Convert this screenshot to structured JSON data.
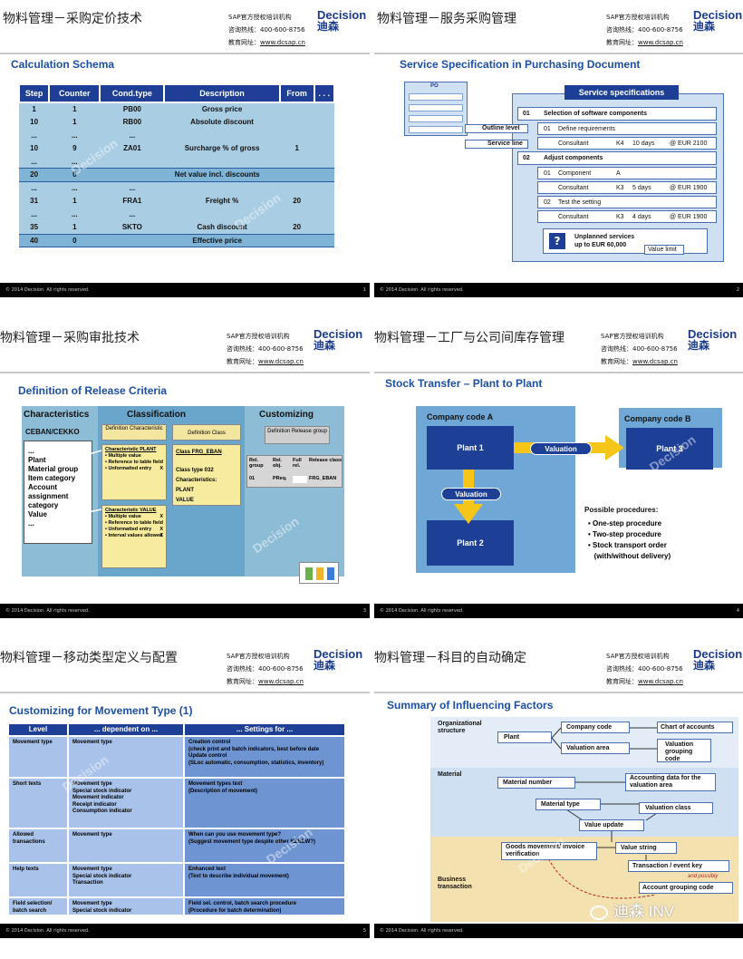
{
  "header": {
    "info_line1": "SAP官方授权培训机构",
    "info_line2": "咨询热线：400-600-8756",
    "info_line3_prefix": "教育网址：",
    "info_url": "www.dcsap.cn",
    "brand_en": "Decision",
    "brand_cn": "迪森",
    "watermark": "Decision"
  },
  "footer_text": "© 2014 Decision. All rights reserved.",
  "slides": {
    "s1": {
      "title": "物料管理－采购定价技术",
      "subtitle": "Calculation Schema",
      "page": "1",
      "columns": [
        "Step",
        "Counter",
        "Cond.type",
        "Description",
        "From",
        ". . ."
      ],
      "rows": [
        [
          "1",
          "1",
          "PB00",
          "Gross price",
          "",
          ""
        ],
        [
          "10",
          "1",
          "RB00",
          "Absolute discount",
          "",
          ""
        ],
        [
          "...",
          "...",
          "...",
          "",
          "",
          ""
        ],
        [
          "10",
          "9",
          "ZA01",
          "Surcharge % of gross",
          "1",
          ""
        ],
        [
          "...",
          "...",
          "",
          "",
          "",
          ""
        ],
        [
          "20",
          "0",
          "",
          "Net value incl. discounts",
          "",
          ""
        ],
        [
          "...",
          "...",
          "...",
          "",
          "",
          ""
        ],
        [
          "31",
          "1",
          "FRA1",
          "Freight %",
          "20",
          ""
        ],
        [
          "...",
          "...",
          "...",
          "",
          "",
          ""
        ],
        [
          "35",
          "1",
          "SKTO",
          "Cash discount",
          "20",
          ""
        ],
        [
          "40",
          "0",
          "",
          "Effective price",
          "",
          ""
        ]
      ]
    },
    "s2": {
      "title": "物料管理－服务采购管理",
      "subtitle": "Service Specification in Purchasing Document",
      "po": "PO",
      "service_spec": "Service specifications",
      "outline_level": "Outline level",
      "service_line": "Service line",
      "l01": "01",
      "l01_text": "Selection of software components",
      "r1_num": "01",
      "r1_text": "Define requirements",
      "r2a": "Consultant",
      "r2b": "K4",
      "r2c": "10 days",
      "r2d": "@ EUR 2100",
      "l02": "02",
      "l02_text": "Adjust components",
      "r3_num": "01",
      "r3_text": "Component",
      "r3_b": "A",
      "r4a": "Consultant",
      "r4b": "K3",
      "r4c": "5 days",
      "r4d": "@ EUR 1900",
      "r5_num": "02",
      "r5_text": "Test the setting",
      "r6a": "Consultant",
      "r6b": "K3",
      "r6c": "4 days",
      "r6d": "@ EUR 1900",
      "q": "?",
      "unplanned1": "Unplanned services",
      "unplanned2": "up to EUR 60,000",
      "value_limit": "Value limit",
      "page": "2"
    },
    "s3": {
      "title": "物料管理－采购审批技术",
      "subtitle": "Definition of Release Criteria",
      "col1": "Characteristics",
      "col2": "Classification",
      "col3": "Customizing",
      "ceban": "CEBAN/CEKKO",
      "list": [
        "...",
        "Plant",
        "Material group",
        "Item category",
        "Account",
        "assignment",
        "category",
        "Value",
        "..."
      ],
      "def_char": "Definition Characteristic",
      "def_class": "Definition Class",
      "def_release": "Definition Release group",
      "char1": "Characteristic PLANT",
      "char1_items": [
        "• Multiple value",
        "• Reference to table field",
        "• Unformatted entry"
      ],
      "char2": "Characteristic VALUE",
      "char2_items": [
        "• Multiple value",
        "• Reference to table field",
        "• Unformatted entry",
        "• Interval values allowed"
      ],
      "class_lines": [
        "Class FRG_EBAN",
        "",
        "Class type 032",
        "Characteristics:",
        "PLANT",
        "VALUE"
      ],
      "x": "X",
      "rel_heads": [
        "Rel. group",
        "Rel. obj.",
        "Full rel.",
        "Release class"
      ],
      "rel_vals": [
        "01",
        "PReq.",
        "",
        "FRG_EBAN"
      ],
      "page": "3"
    },
    "s4": {
      "title": "物料管理－工厂与公司间库存管理",
      "subtitle": "Stock Transfer – Plant to Plant",
      "cc_a": "Company code A",
      "cc_b": "Company code B",
      "plant1": "Plant 1",
      "plant2": "Plant 2",
      "plant3": "Plant 3",
      "valuation": "Valuation",
      "possible": "Possible procedures:",
      "procs": [
        "• One-step procedure",
        "• Two-step procedure",
        "• Stock transport order",
        "   (with/without delivery)"
      ],
      "page": "4"
    },
    "s5": {
      "title": "物料管理－移动类型定义与配置",
      "subtitle": "Customizing for Movement Type (1)",
      "heads": [
        "Level",
        "... dependent on ...",
        "... Settings for ..."
      ],
      "rows": [
        {
          "level": "Movement type",
          "dep": "Movement type",
          "set": "Creation control\n(check print and batch indicators, best before date\nUpdate control\n(SLoc automatic, consumption, statistics, inventory)"
        },
        {
          "level": "Short texts",
          "dep": "Movement type\nSpecial stock indicator\nMovement indicator\nReceipt indicator\nConsumption indicator",
          "set": "Movement types text\n(Description of movement)"
        },
        {
          "level": "Allowed transactions",
          "dep": "Movement type",
          "set": "When can you use movement type?\n(Suggest movement type despite other KZBEW?)"
        },
        {
          "level": "Help texts",
          "dep": "Movement type\nSpecial stock indicator\nTransaction",
          "set": "Enhanced text\n(Text to describe individual movement)"
        },
        {
          "level": "Field selection/ batch search",
          "dep": "Movement type\nSpecial stock indicator",
          "set": "Field sel. control, batch search procedure\n(Procedure for batch determination)"
        }
      ],
      "page": "5"
    },
    "s6": {
      "title": "物料管理－科目的自动确定",
      "subtitle": "Summary of Influencing Factors",
      "org": "Organizational structure",
      "material": "Material",
      "business": "Business transaction",
      "plant": "Plant",
      "company_code": "Company code",
      "chart": "Chart of accounts",
      "valuation_area": "Valuation area",
      "vgc": "Valuation grouping code",
      "material_number": "Material number",
      "acct_data": "Accounting data for the valuation area",
      "material_type": "Material type",
      "valuation_class": "Valuation class",
      "value_update": "Value update",
      "goods_movement": "Goods movement/ invoice verification",
      "value_string": "Value string",
      "transaction_key": "Transaction / event key",
      "and_possibly": "and possibly",
      "account_grouping": "Account grouping code",
      "wechat": "迪森 INV"
    }
  }
}
